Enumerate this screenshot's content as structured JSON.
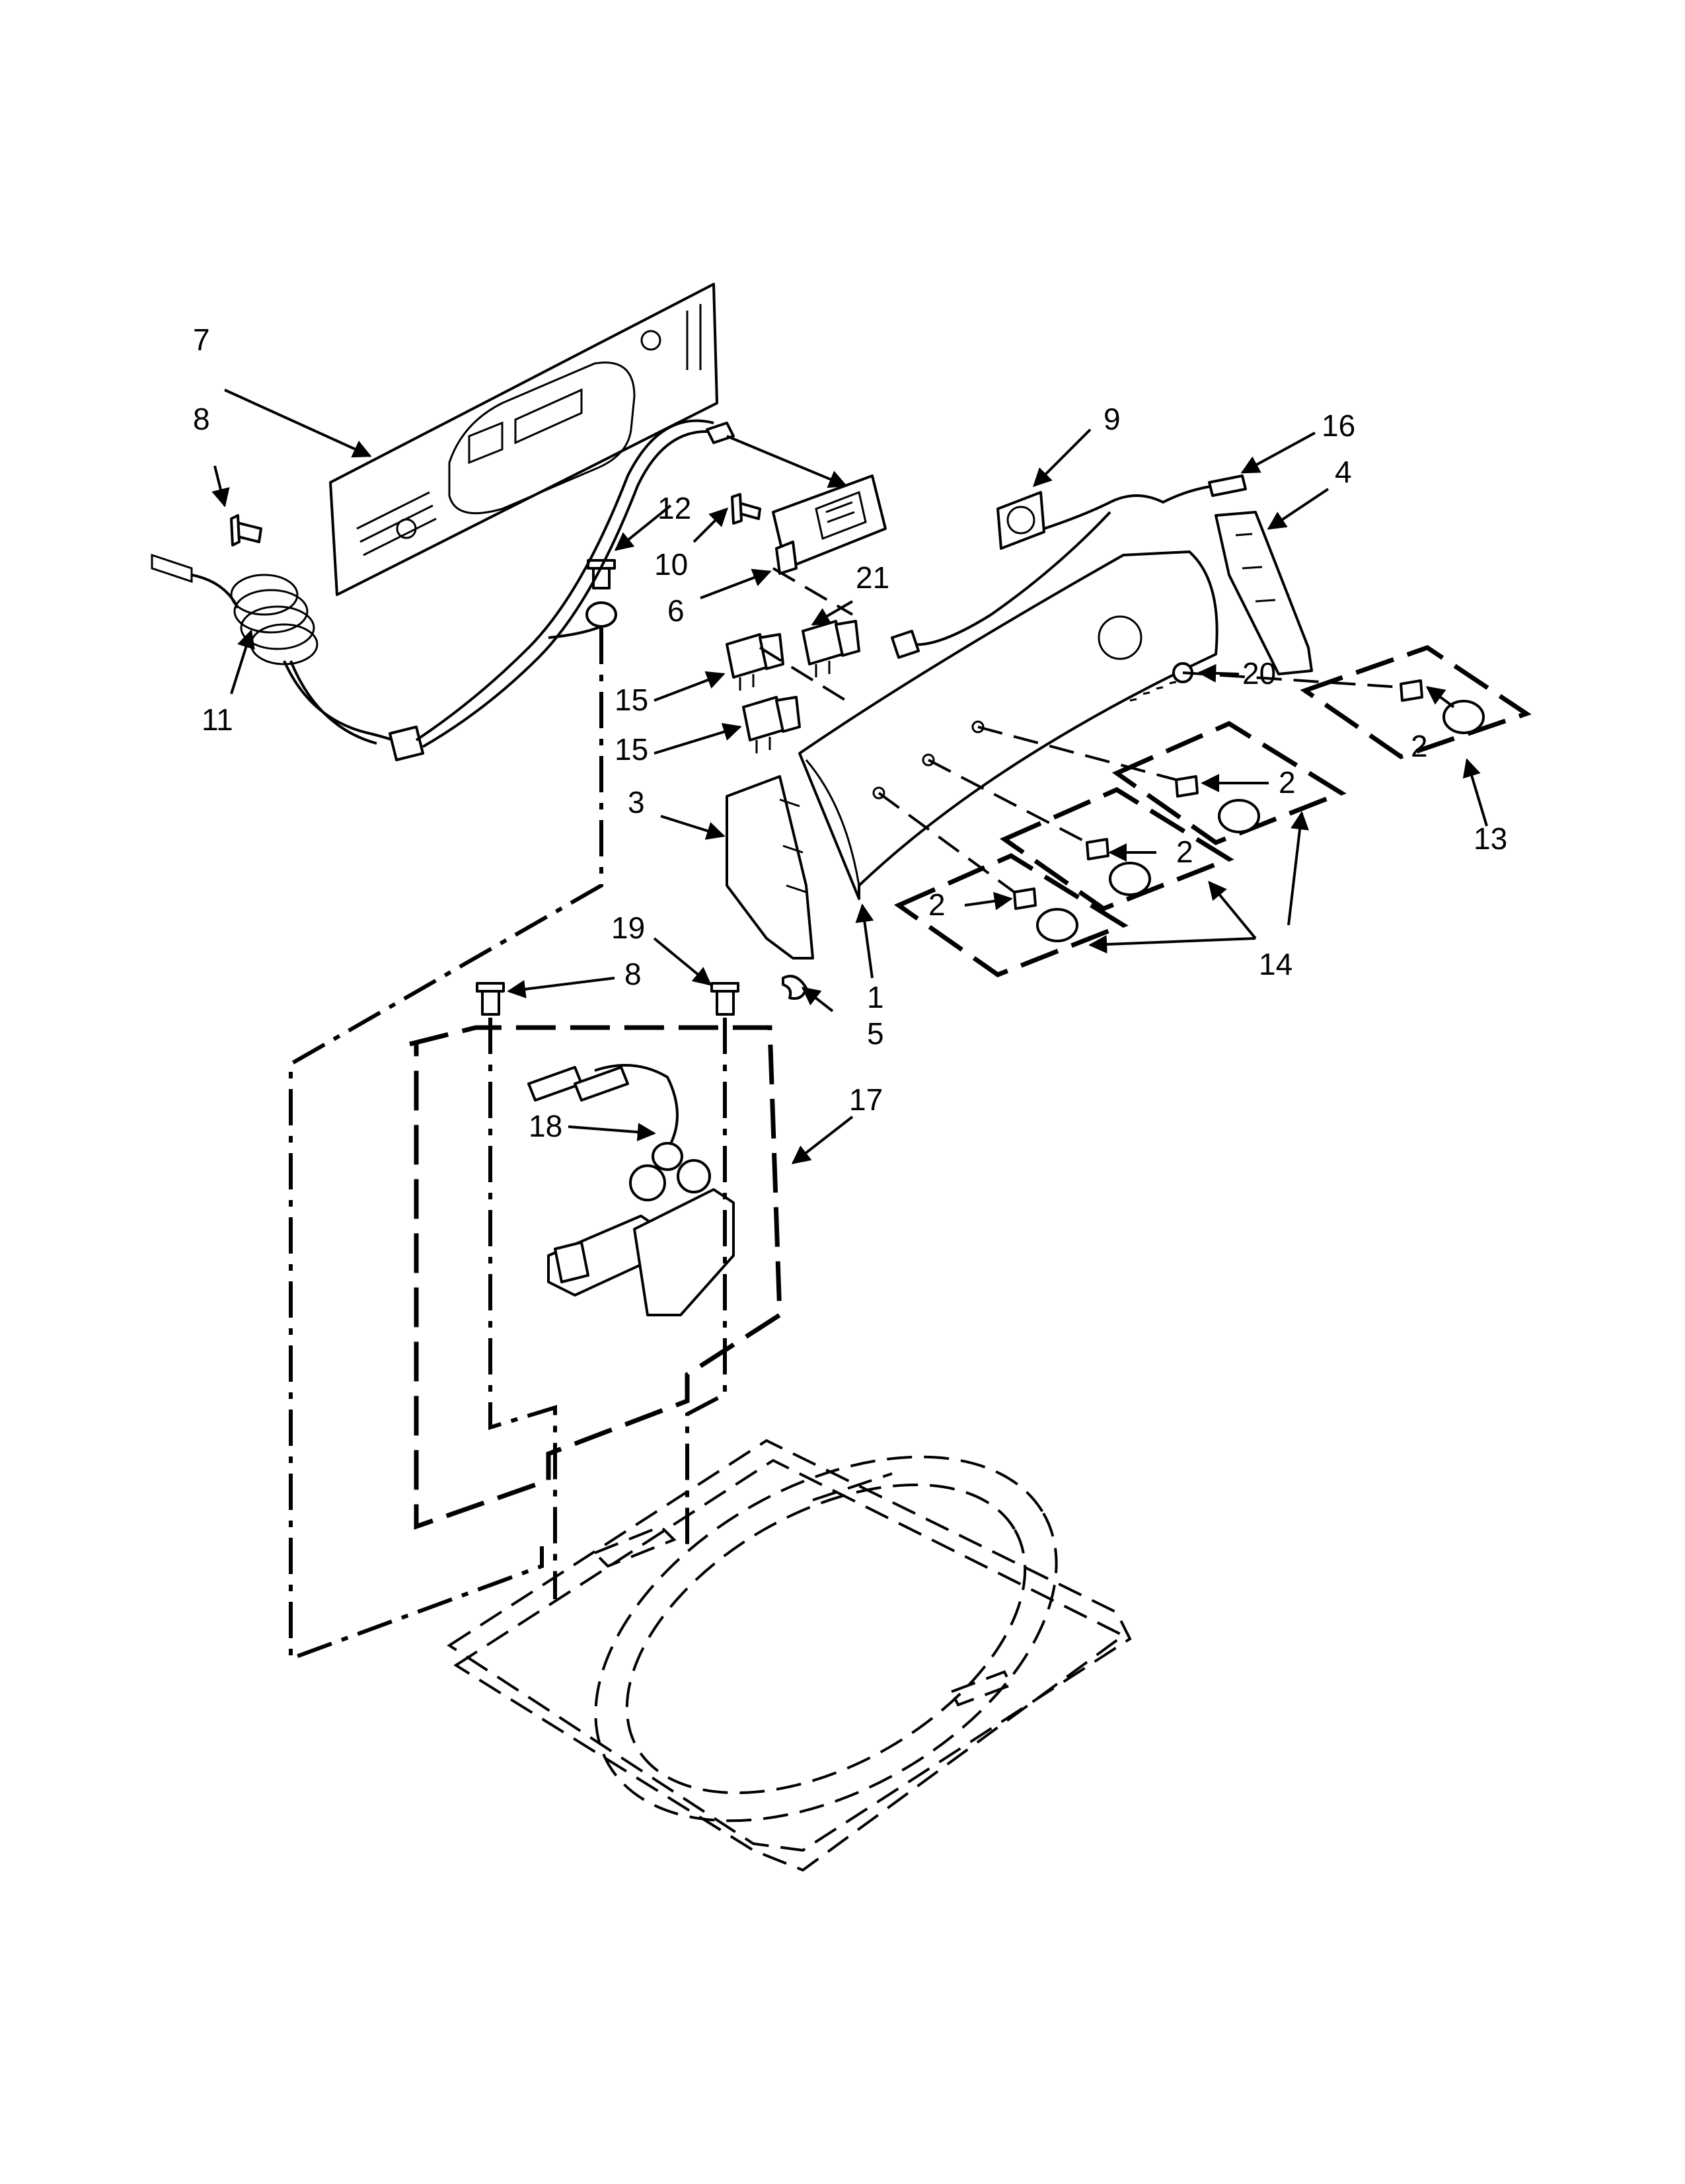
{
  "callouts": {
    "c1": "1",
    "c2a": "2",
    "c2b": "2",
    "c2c": "2",
    "c2d": "2",
    "c3": "3",
    "c4": "4",
    "c5": "5",
    "c6": "6",
    "c7": "7",
    "c8a": "8",
    "c8b": "8",
    "c9": "9",
    "c10": "10",
    "c11": "11",
    "c12": "12",
    "c13": "13",
    "c14": "14",
    "c15a": "15",
    "c15b": "15",
    "c16": "16",
    "c17": "17",
    "c18": "18",
    "c19": "19",
    "c20": "20",
    "c21": "21"
  },
  "colors": {
    "ink": "#000000",
    "paper": "#ffffff"
  }
}
